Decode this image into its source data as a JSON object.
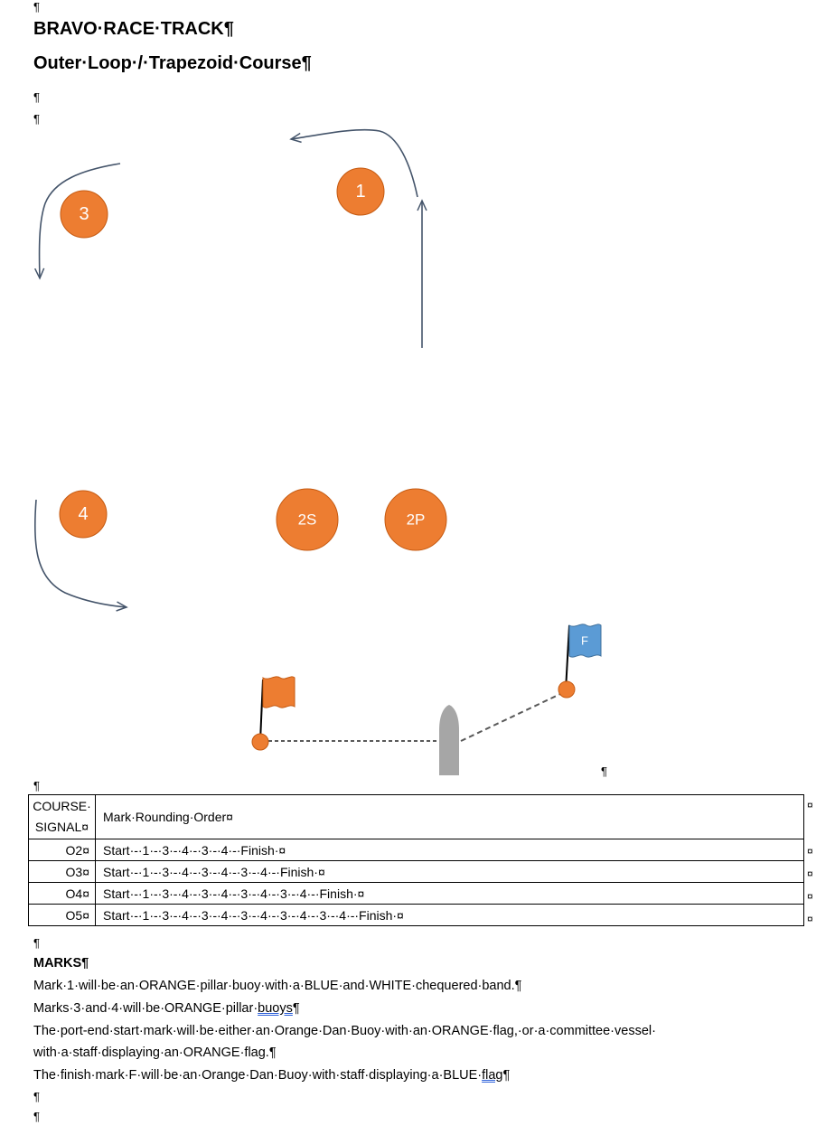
{
  "document": {
    "pilcrow": "¶",
    "cell_mark": "¤",
    "title": "BRAVO·RACE·TRACK¶",
    "subtitle": "Outer·Loop·/·Trapezoid·Course¶"
  },
  "diagram": {
    "marks": [
      {
        "id": "mark-1",
        "label": "1"
      },
      {
        "id": "mark-3",
        "label": "3"
      },
      {
        "id": "mark-4",
        "label": "4"
      },
      {
        "id": "mark-2s",
        "label": "2S"
      },
      {
        "id": "mark-2p",
        "label": "2P"
      }
    ],
    "finish_flag_label": "F",
    "colors": {
      "mark_orange": "#ed7d31",
      "mark_border": "#c55a11",
      "arrow_blue": "#44546a",
      "flag_blue": "#5b9bd5",
      "vessel_gray": "#a6a6a6"
    }
  },
  "table": {
    "header": {
      "signal_line1": "COURSE·",
      "signal_line2": "SIGNAL¤",
      "order": "Mark·Rounding·Order¤"
    },
    "rows": [
      {
        "signal": "O2¤",
        "order": "Start·-·1·-·3·-·4·-·3·-·4·-·Finish·¤"
      },
      {
        "signal": "O3¤",
        "order": "Start·-·1·-·3·-·4·-·3·-·4·-·3·-·4·-·Finish·¤"
      },
      {
        "signal": "O4¤",
        "order": "Start·-·1·-·3·-·4·-·3·-·4·-·3·-·4·-·3·-·4·-·Finish·¤"
      },
      {
        "signal": "O5¤",
        "order": "Start·-·1·-·3·-·4·-·3·-·4·-·3·-·4·-·3·-·4·-·3·-·4·-·Finish·¤"
      }
    ]
  },
  "marks_section": {
    "heading": "MARKS¶",
    "line1": "Mark·1·will·be·an·ORANGE·pillar·buoy·with·a·BLUE·and·WHITE·chequered·band.¶",
    "line2_text": "Marks·3·and·4·will·be·ORANGE·pillar·",
    "line2_flagged": "buoys",
    "line3": "The·port-end·start·mark·will·be·either·an·Orange·Dan·Buoy·with·an·ORANGE·flag,·or·a·committee·vessel·",
    "line4": "with·a·staff·displaying·an·ORANGE·flag.¶",
    "line5_text": "The·finish·mark·F·will·be·an·Orange·Dan·Buoy·with·staff·displaying·a·BLUE·",
    "line5_flagged": "flag"
  }
}
